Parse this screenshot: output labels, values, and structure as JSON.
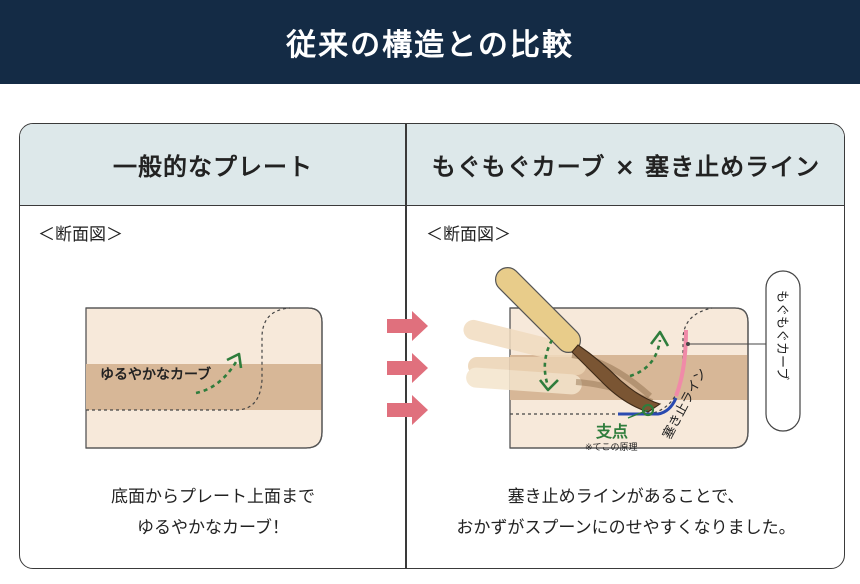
{
  "banner": {
    "title": "従来の構造との比較"
  },
  "left": {
    "header": "一般的なプレート",
    "section_label": "＜断面図＞",
    "curve_label": "ゆるやかなカーブ",
    "caption_line1": "底面からプレート上面まで",
    "caption_line2": "ゆるやかなカーブ！"
  },
  "right": {
    "header": "もぐもぐカーブ × 塞き止めライン",
    "section_label": "＜断面図＞",
    "callout_label": "もぐもぐカーブ",
    "stop_line_label": "塞き止ライン",
    "fulcrum_label": "支点",
    "fulcrum_note": "※てこの原理",
    "caption_line1": "塞き止めラインがあることで、",
    "caption_line2": "おかずがスプーンにのせやすくなりました。"
  },
  "colors": {
    "banner_bg": "#142b45",
    "header_bg": "#dde8ea",
    "plate_light": "#f7e9da",
    "plate_band": "#d7b797",
    "arrow": "#e0707d",
    "guide_green": "#2f7d3c",
    "stop_line": "#2a4ab0",
    "curve_pink": "#f08aa8"
  },
  "icons": {
    "transition_arrows": "arrow-right-icon"
  }
}
